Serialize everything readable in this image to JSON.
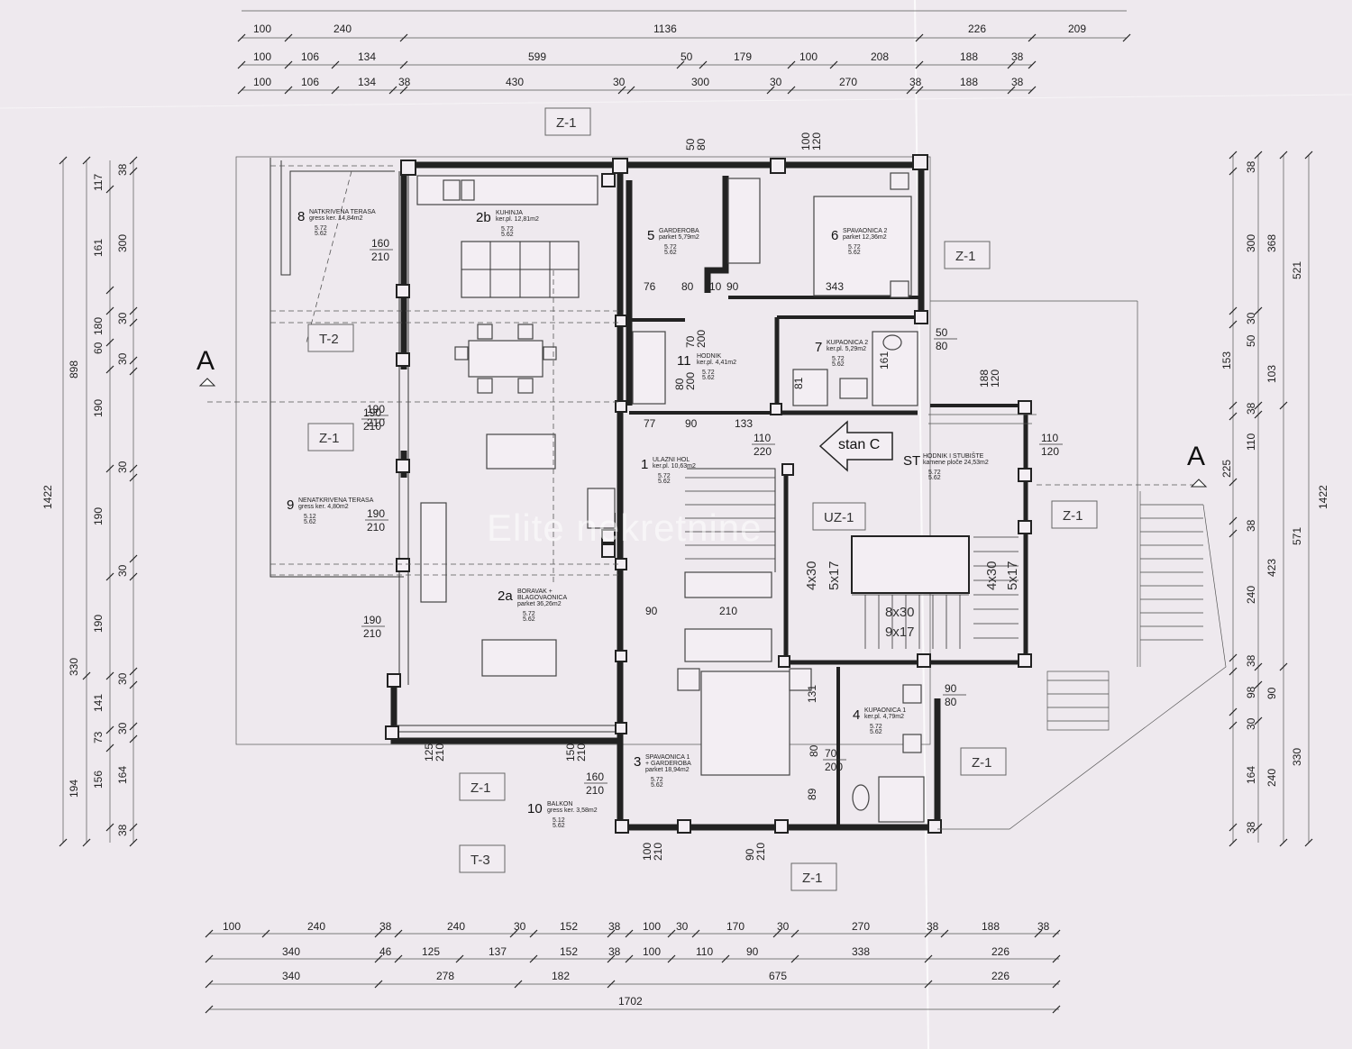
{
  "section_marker": "A",
  "apartment_label": "stan C",
  "watermark": "Elite nekretnine",
  "rooms": [
    {
      "num": "1",
      "name": "ULAZNI HOL",
      "detail": "ker.pl. 10,63m2"
    },
    {
      "num": "2a",
      "name": "BORAVAK +",
      "name2": "BLAGOVAONICA",
      "detail": "parket 36,26m2"
    },
    {
      "num": "2b",
      "name": "KUHINJA",
      "detail": "ker.pl. 12,81m2"
    },
    {
      "num": "3",
      "name": "SPAVAONICA 1",
      "name2": "+ GARDEROBA",
      "detail": "parket 18,94m2"
    },
    {
      "num": "4",
      "name": "KUPAONICA 1",
      "detail": "ker.pl. 4,79m2"
    },
    {
      "num": "5",
      "name": "GARDEROBA",
      "detail": "parket 5,79m2"
    },
    {
      "num": "6",
      "name": "SPAVAONICA 2",
      "detail": "parket 12,36m2"
    },
    {
      "num": "7",
      "name": "KUPAONICA 2",
      "detail": "ker.pl. 5,29m2"
    },
    {
      "num": "8",
      "name": "NATKRIVENA TERASA",
      "detail": "gress ker. 14,84m2"
    },
    {
      "num": "9",
      "name": "NENATKRIVENA TERASA",
      "detail": "gress ker. 4,80m2"
    },
    {
      "num": "10",
      "name": "BALKON",
      "detail": "gress ker. 3,58m2"
    },
    {
      "num": "11",
      "name": "HODNIK",
      "detail": "ker.pl. 4,41m2"
    },
    {
      "num": "ST",
      "name": "HODNIK I STUBIŠTE",
      "detail": "kamene ploče 24,53m2"
    }
  ],
  "tags": [
    "Z-1",
    "T-2",
    "T-3",
    "UZ-1"
  ],
  "stairs": [
    "4x30",
    "5x17",
    "8x30",
    "9x17"
  ],
  "top_dims": {
    "row1": [
      "100",
      "240",
      "1136",
      "226",
      "209"
    ],
    "row2": [
      "100",
      "106",
      "134",
      "599",
      "50",
      "179",
      "100",
      "208",
      "188",
      "38"
    ],
    "row3": [
      "100",
      "106",
      "134",
      "38",
      "430",
      "30",
      "300",
      "30",
      "270",
      "38",
      "188",
      "38"
    ]
  },
  "bottom_dims": {
    "row1": [
      "100",
      "240",
      "38",
      "240",
      "30",
      "152",
      "38",
      "100",
      "30",
      "170",
      "30",
      "270",
      "38",
      "188",
      "38"
    ],
    "row2": [
      "340",
      "46",
      "125",
      "137",
      "152",
      "38",
      "100",
      "110",
      "90",
      "338",
      "226"
    ],
    "row3": [
      "340",
      "278",
      "182",
      "675",
      "226"
    ],
    "total": "1702"
  },
  "left_dims": {
    "total": "1422",
    "a": [
      "898",
      "330",
      "194"
    ],
    "b": [
      "117",
      "161",
      "180",
      "60",
      "190",
      "190",
      "190",
      "141",
      "73",
      "156"
    ],
    "c": [
      "38",
      "300",
      "30",
      "30",
      "30",
      "30",
      "30",
      "30",
      "164",
      "38"
    ]
  },
  "right_dims": {
    "total": "1422",
    "a": [
      "521",
      "571",
      "330"
    ],
    "b": [
      "368",
      "103",
      "423",
      "90",
      "240"
    ],
    "c": [
      "38",
      "300",
      "30",
      "153",
      "50",
      "38",
      "110",
      "225",
      "38",
      "240",
      "38",
      "98",
      "30",
      "164",
      "38"
    ]
  },
  "openings": [
    "160/210",
    "190/210",
    "190/210",
    "190/210",
    "190/210",
    "125/210",
    "150/210",
    "160/210",
    "100/210",
    "90/210",
    "70/200",
    "80/200",
    "110/220",
    "90/80",
    "50/80",
    "110/120",
    "188/120",
    "100/120",
    "50/80",
    "70/200"
  ],
  "inner_dims": [
    "76",
    "80",
    "10",
    "90",
    "343",
    "77",
    "90",
    "133",
    "90",
    "210",
    "81",
    "131",
    "89",
    "80",
    "161"
  ],
  "level": [
    "5.72",
    "5.62"
  ],
  "level_alt": [
    "5.12",
    "5.62"
  ]
}
